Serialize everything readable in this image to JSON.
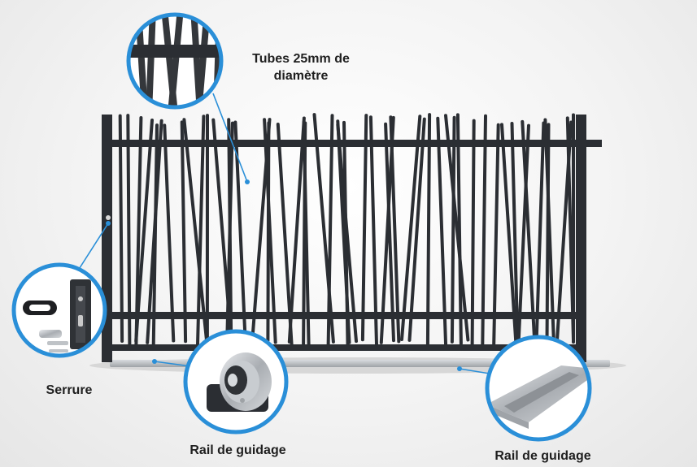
{
  "callouts": {
    "tubes": {
      "line1": "Tubes 25mm de",
      "line2": "diamètre"
    },
    "serrure": {
      "label": "Serrure"
    },
    "rail_wheel": {
      "label": "Rail de guidage"
    },
    "rail_track": {
      "label": "Rail de guidage"
    }
  },
  "colors": {
    "gate": "#2b2e33",
    "callout_ring": "#2a8fd8",
    "rail": "#b9bcbf",
    "label": "#1f1f1f"
  },
  "icons": [
    "tube-closeup-icon",
    "lock-kit-icon",
    "guide-wheel-icon",
    "guide-rail-icon"
  ]
}
